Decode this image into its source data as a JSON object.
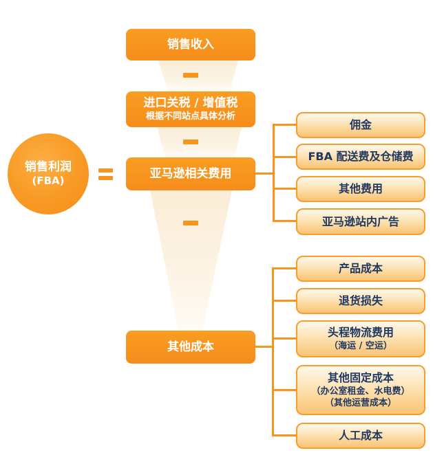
{
  "operators": {
    "equals": "=",
    "minus": "−"
  },
  "result_circle": {
    "line1": "销售利润",
    "line2": "(FBA)"
  },
  "steps": [
    {
      "label": "销售收入"
    },
    {
      "label": "进口关税 / 增值税",
      "sublabel": "根据不同站点具体分析"
    },
    {
      "label": "亚马逊相关费用"
    },
    {
      "label": "其他成本"
    }
  ],
  "amazon_fees": {
    "items": [
      {
        "label": "佣金"
      },
      {
        "label": "FBA 配送费及仓储费"
      },
      {
        "label": "其他费用"
      },
      {
        "label": "亚马逊站内广告"
      }
    ]
  },
  "other_costs": {
    "items": [
      {
        "label": "产品成本"
      },
      {
        "label": "退货损失"
      },
      {
        "label": "头程物流费用",
        "sublabels": [
          "（海运 / 空运）"
        ]
      },
      {
        "label": "其他固定成本",
        "sublabels": [
          "（办公室租金、水电费）",
          "（其他运营成本）"
        ]
      },
      {
        "label": "人工成本"
      }
    ]
  },
  "colors": {
    "accent_orange": "#F7941E",
    "detail_text_navy": "#1F3864",
    "detail_box_border": "#F89C2B",
    "funnel_cream": "#FBEDD6",
    "step_text": "#FFFFFF"
  }
}
